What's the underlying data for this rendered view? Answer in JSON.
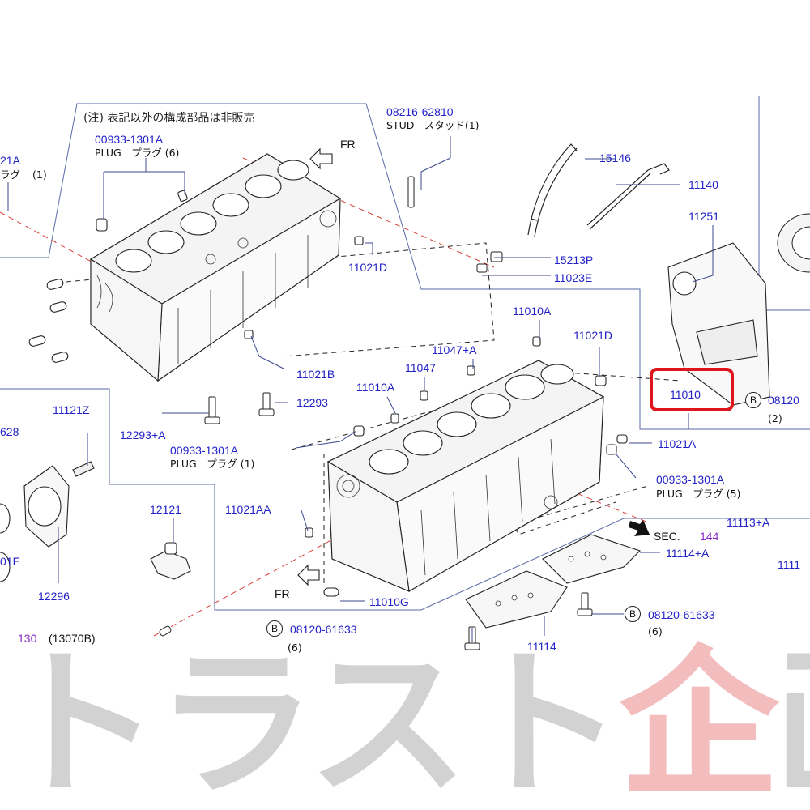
{
  "diagram": {
    "note": "(注) 表記以外の構成部品は非販売",
    "fr_top": "FR",
    "fr_bottom": "FR",
    "left_edge_1": "21A",
    "left_edge_2": "ラグ",
    "left_edge_2_qty": "(1)",
    "left_edge_3": "628",
    "left_edge_4": "01E",
    "stud_part": "08216-62810",
    "stud_desc": "STUD　スタッド(1)",
    "plug_top_part": "00933-1301A",
    "plug_top_desc": "PLUG　プラグ (6)",
    "plug_mid_part": "00933-1301A",
    "plug_mid_desc": "PLUG　プラグ (1)",
    "plug_right_part": "00933-1301A",
    "plug_right_desc": "PLUG　プラグ (5)",
    "p15146": "15146",
    "p11140": "11140",
    "p11251": "11251",
    "p15213p": "15213P",
    "p11023e": "11023E",
    "p11021d_top": "11021D",
    "p11021d_right": "11021D",
    "p11010a_top": "11010A",
    "p11047a": "11047+A",
    "p11047": "11047",
    "p11010a_mid": "11010A",
    "p11021b": "11021B",
    "p12293": "12293",
    "p12293a": "12293+A",
    "p11010": "11010",
    "b_right_part": "08120",
    "b_right_qty": "(2)",
    "p11021a": "11021A",
    "p11121z": "11121Z",
    "p12121": "12121",
    "p11021aa": "11021AA",
    "sec_label": "SEC.",
    "sec_num": "144",
    "p11113a": "11113+A",
    "p1111x": "1111",
    "p11114a": "11114+A",
    "p12296": "12296",
    "p11010g": "11010G",
    "b_bottom_part": "08120-61633",
    "b_bottom_qty": "(6)",
    "b_right2_part": "08120-61633",
    "b_right2_qty": "(6)",
    "p11114": "11114",
    "left_130": "130",
    "left_13070b": "(13070B)",
    "b_letter": "B"
  },
  "watermark": {
    "text_a": "トラスト",
    "text_b": "企",
    "text_c": "画"
  },
  "colors": {
    "part_number": "#2222c8",
    "section_ref": "#8a2bc8",
    "highlight": "#e0141b",
    "leader": "#4a5a9a",
    "centerline": "#d9403a"
  }
}
